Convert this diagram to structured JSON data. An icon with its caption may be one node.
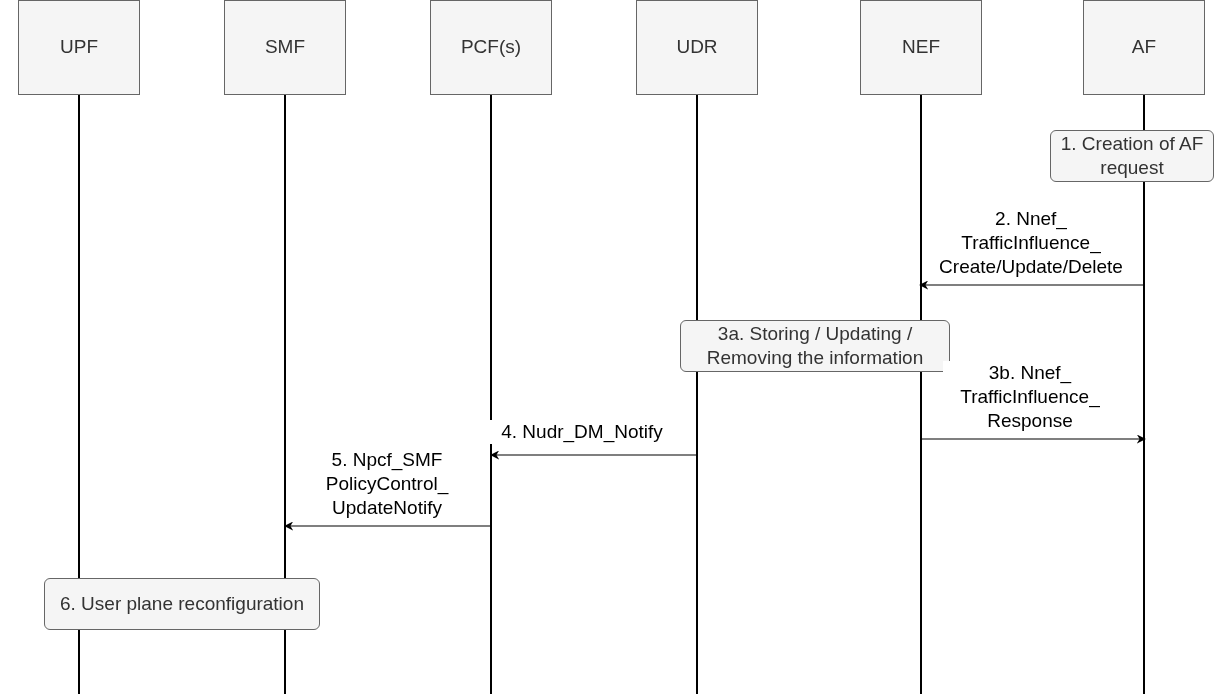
{
  "diagram": {
    "nodes": [
      {
        "text": [
          "UPF"
        ]
      },
      {
        "text": [
          "SMF"
        ]
      },
      {
        "text": [
          "PCF(s)"
        ]
      },
      {
        "text": [
          "UDR"
        ]
      },
      {
        "text": [
          "NEF"
        ]
      },
      {
        "text": [
          "AF"
        ]
      },
      {
        "text": [
          "1. Creation of AF request"
        ]
      },
      {
        "text": [
          "3a. Storing / Updating / Removing the information"
        ]
      },
      {
        "text": [
          "6. User plane reconfiguration"
        ]
      }
    ],
    "edges": [
      {
        "from": 5,
        "to": 4,
        "arrow": "to",
        "label": "2. Nnef_ TrafficInfluence_ Create/Update/Delete"
      },
      {
        "from": 4,
        "to": 5,
        "arrow": "to",
        "label": "3b. Nnef_ TrafficInfluence_ Response"
      },
      {
        "from": 3,
        "to": 2,
        "arrow": "to",
        "label": "4. Nudr_DM_Notify"
      },
      {
        "from": 2,
        "to": 1,
        "arrow": "to",
        "label": "5. Npcf_SMF PolicyControl_ UpdateNotify"
      }
    ]
  }
}
